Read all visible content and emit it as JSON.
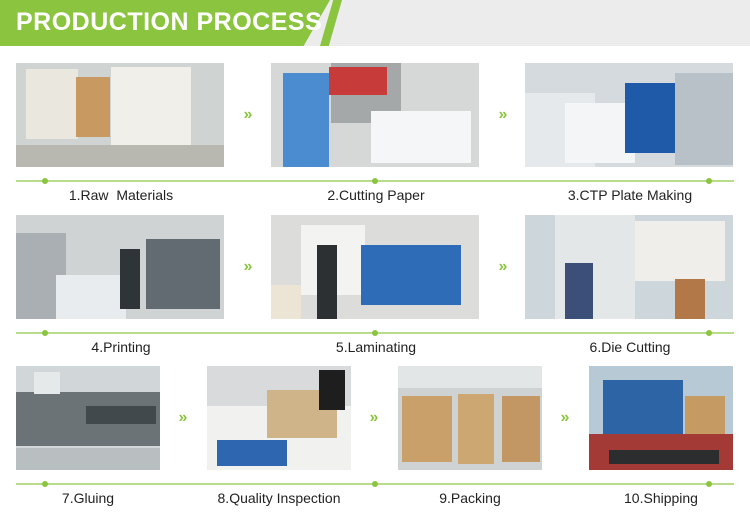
{
  "header": {
    "title": "PRODUCTION PROCESS"
  },
  "colors": {
    "accent": "#8bc53f",
    "banner_gray": "#ececec",
    "text": "#222222"
  },
  "steps": [
    {
      "label": "1.Raw  Materials"
    },
    {
      "label": "2.Cutting Paper"
    },
    {
      "label": "3.CTP Plate Making"
    },
    {
      "label": "4.Printing"
    },
    {
      "label": "5.Laminating"
    },
    {
      "label": "6.Die Cutting"
    },
    {
      "label": "7.Gluing"
    },
    {
      "label": "8.Quality Inspection"
    },
    {
      "label": "9.Packing"
    },
    {
      "label": "10.Shipping"
    }
  ],
  "icons": {
    "arrow": "double-chevron-right-icon"
  }
}
